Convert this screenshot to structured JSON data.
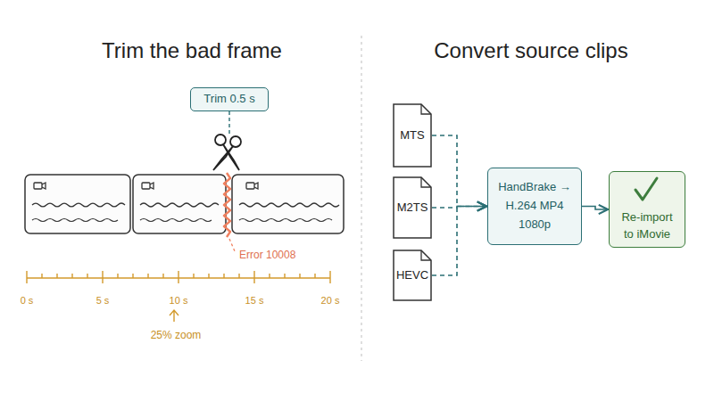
{
  "diagram": {
    "nodes": [
      {
        "text": [
          "Trim 0.5 s"
        ]
      },
      {
        "text": [
          "MTS"
        ]
      },
      {
        "text": [
          "M2TS"
        ]
      },
      {
        "text": [
          "HEVC"
        ]
      },
      {
        "text": [
          "HandBrake → H.264 MP4 1080p"
        ]
      },
      {
        "text": [
          "Re-import to iMovie"
        ]
      }
    ],
    "edges": [
      {
        "from": 1,
        "to": 4,
        "arrow": "to"
      },
      {
        "from": 2,
        "to": 4,
        "arrow": "to"
      },
      {
        "from": 3,
        "to": 4,
        "arrow": "to"
      },
      {
        "from": 4,
        "to": 5,
        "arrow": "to"
      }
    ],
    "labels": [
      "Trim the bad frame",
      "Convert source clips",
      "Error 10008",
      "0 s",
      "5 s",
      "10 s",
      "15 s",
      "20 s",
      "25% zoom"
    ]
  }
}
